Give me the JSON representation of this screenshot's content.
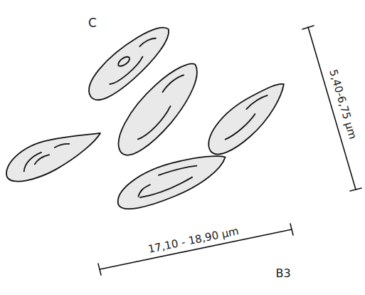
{
  "diagram": {
    "labels": [
      "C",
      "5,40-6,75 µm",
      "17,10 - 18,90 µm",
      "B3"
    ]
  }
}
